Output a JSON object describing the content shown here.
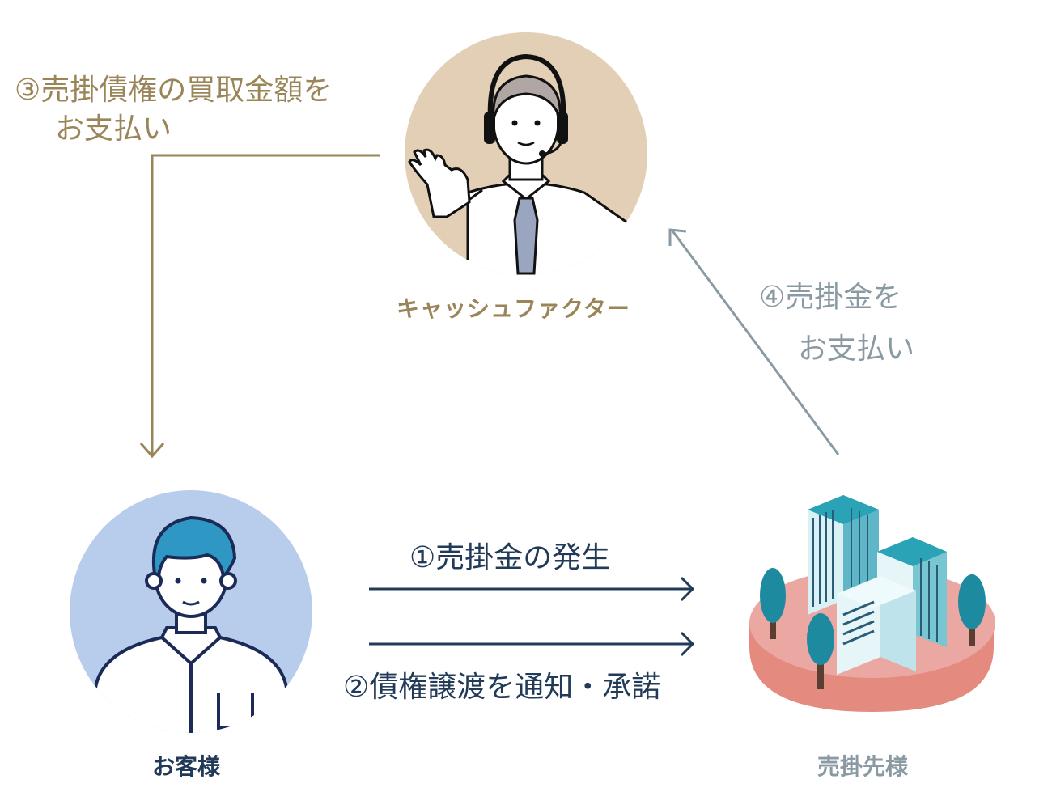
{
  "actors": {
    "factor": {
      "name": "キャッシュファクター",
      "bg_color": "#e2cfb6",
      "icon": "operator-headset-icon"
    },
    "customer": {
      "name": "お客様",
      "bg_color": "#b8cdec",
      "icon": "customer-person-icon"
    },
    "seller": {
      "name": "売掛先様",
      "icon": "office-buildings-icon"
    }
  },
  "steps": {
    "step1": {
      "label": "①売掛金の発生",
      "color": "#213a57"
    },
    "step2": {
      "label": "②債権譲渡を通知・承諾",
      "color": "#213a57"
    },
    "step3": {
      "line1": "③売掛債権の買取金額を",
      "line2": "お支払い",
      "color": "#9a8558"
    },
    "step4": {
      "line1": "④売掛金を",
      "line2": "お支払い",
      "color": "#8a9aa3"
    }
  }
}
